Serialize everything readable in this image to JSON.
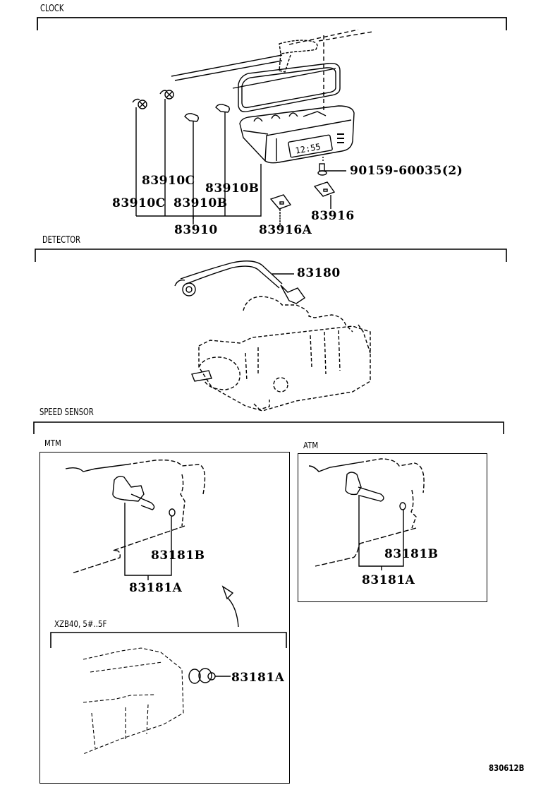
{
  "diagram": {
    "sections": {
      "clock": {
        "title": "CLOCK"
      },
      "detector": {
        "title": "DETECTOR"
      },
      "speed_sensor": {
        "title": "SPEED SENSOR"
      }
    },
    "subsections": {
      "mtm": {
        "title": "MTM"
      },
      "atm": {
        "title": "ATM"
      },
      "xzb40": {
        "title": "XZB40, 5#..5F"
      }
    },
    "parts": {
      "clock": [
        {
          "id": "p-83910c-upper",
          "number": "83910C"
        },
        {
          "id": "p-83910b-upper",
          "number": "83910B"
        },
        {
          "id": "p-83910c-lower",
          "number": "83910C"
        },
        {
          "id": "p-83910b-lower",
          "number": "83910B"
        },
        {
          "id": "p-83910",
          "number": "83910"
        },
        {
          "id": "p-83916a",
          "number": "83916A"
        },
        {
          "id": "p-83916",
          "number": "83916"
        },
        {
          "id": "p-screw",
          "number": "90159-60035(2)"
        }
      ],
      "detector": [
        {
          "id": "p-83180",
          "number": "83180"
        }
      ],
      "mtm": [
        {
          "id": "p-mtm-83181b",
          "number": "83181B"
        },
        {
          "id": "p-mtm-83181a",
          "number": "83181A"
        }
      ],
      "atm": [
        {
          "id": "p-atm-83181b",
          "number": "83181B"
        },
        {
          "id": "p-atm-83181a",
          "number": "83181A"
        }
      ],
      "xzb40": [
        {
          "id": "p-xzb-83181a",
          "number": "83181A"
        }
      ]
    },
    "clock_display": "12:55",
    "reference_code": "830612B"
  }
}
